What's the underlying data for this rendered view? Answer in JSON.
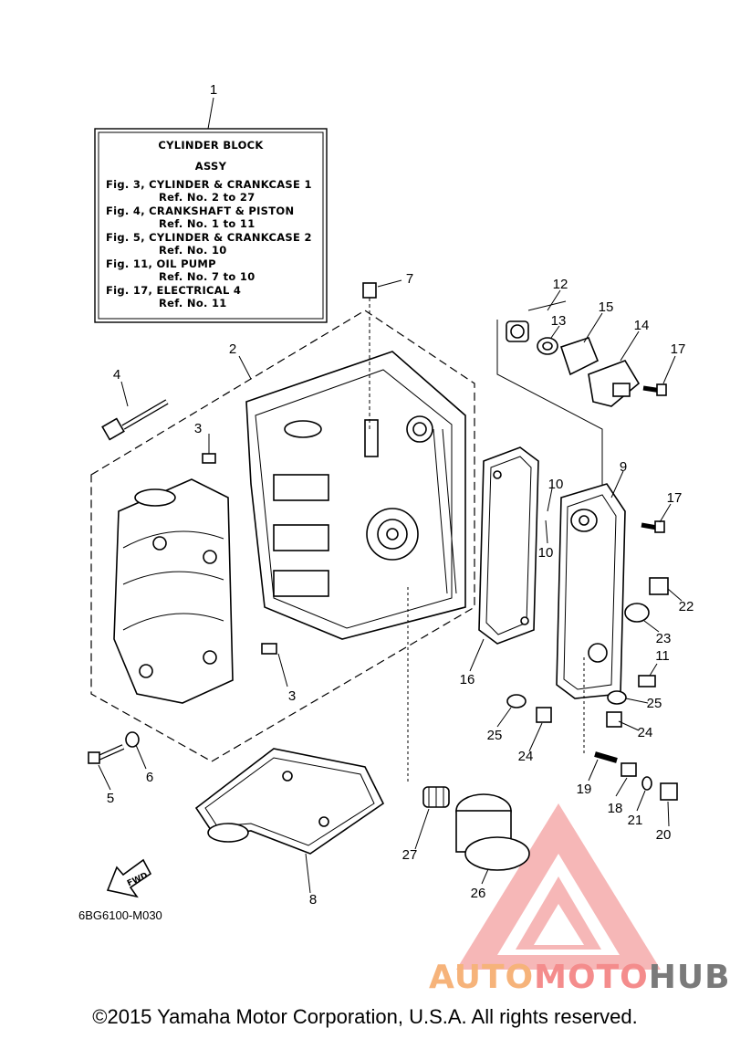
{
  "diagram": {
    "assy_box": {
      "title_line1": "CYLINDER BLOCK",
      "title_line2": "ASSY",
      "lines": [
        "Fig. 3, CYLINDER & CRANKCASE 1",
        "Ref. No. 2 to 27",
        "Fig. 4, CRANKSHAFT & PISTON",
        "Ref. No. 1 to 11",
        "Fig. 5, CYLINDER & CRANKCASE 2",
        "Ref. No. 10",
        "Fig. 11, OIL PUMP",
        "Ref. No. 7 to 10",
        "Fig. 17, ELECTRICAL 4",
        "Ref. No. 11"
      ]
    },
    "callouts": {
      "c1": "1",
      "c2": "2",
      "c3a": "3",
      "c3b": "3",
      "c4": "4",
      "c5": "5",
      "c6": "6",
      "c7": "7",
      "c8": "8",
      "c9": "9",
      "c10a": "10",
      "c10b": "10",
      "c11": "11",
      "c12": "12",
      "c13": "13",
      "c14": "14",
      "c15": "15",
      "c16": "16",
      "c17a": "17",
      "c17b": "17",
      "c18": "18",
      "c19": "19",
      "c20": "20",
      "c21": "21",
      "c22": "22",
      "c23": "23",
      "c24a": "24",
      "c24b": "24",
      "c25a": "25",
      "c25b": "25",
      "c26": "26",
      "c27": "27"
    },
    "fwd_label": "FWD",
    "code": "6BG6100-M030",
    "copyright": "©2015 Yamaha Motor Corporation, U.S.A. All rights reserved.",
    "watermark": {
      "part1": "AUTO",
      "part2": "MOTO",
      "part3": "HUB"
    },
    "colors": {
      "watermark_red": "#f48c8c",
      "watermark_orange": "#f6b37a",
      "watermark_grey": "#7a7a7a"
    }
  }
}
